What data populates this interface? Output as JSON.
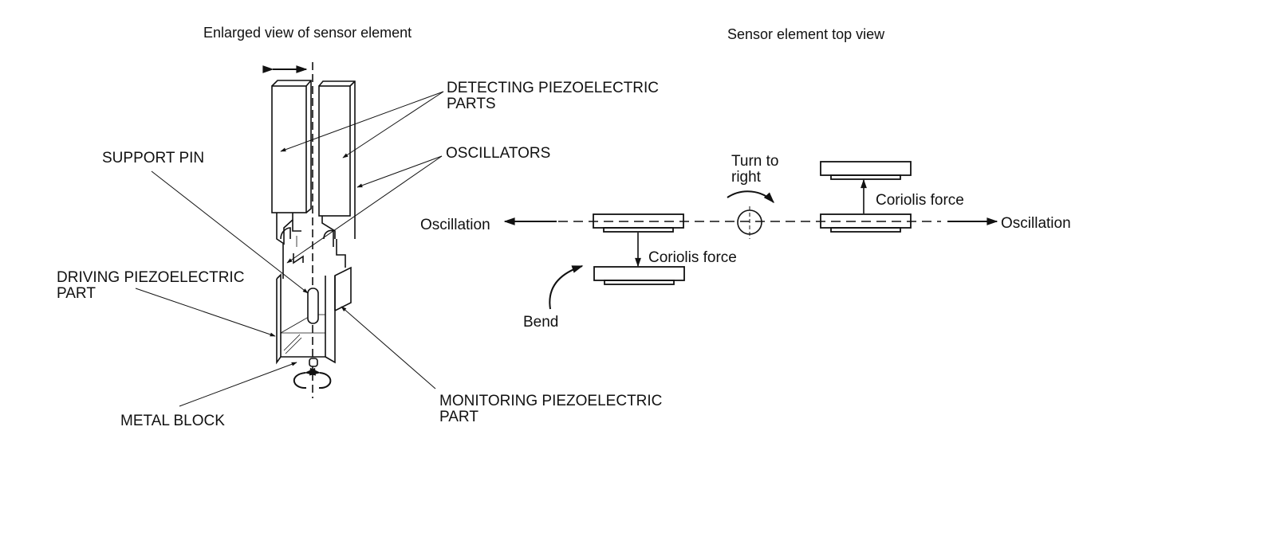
{
  "left_panel": {
    "title": "Enlarged view of sensor element",
    "labels": {
      "detecting_line1": "DETECTING PIEZOELECTRIC",
      "detecting_line2": "PARTS",
      "oscillators": "OSCILLATORS",
      "support_pin": "SUPPORT PIN",
      "driving_line1": "DRIVING PIEZOELECTRIC",
      "driving_line2": "PART",
      "metal_block": "METAL BLOCK",
      "monitoring_line1": "MONITORING PIEZOELECTRIC",
      "monitoring_line2": "PART"
    }
  },
  "right_panel": {
    "title": "Sensor element top view",
    "labels": {
      "oscillation_left": "Oscillation",
      "oscillation_right": "Oscillation",
      "coriolis_left": "Coriolis force",
      "coriolis_right": "Coriolis force",
      "turn_line1": "Turn to",
      "turn_line2": "right",
      "bend": "Bend"
    }
  },
  "colors": {
    "ink": "#111111",
    "background": "#ffffff"
  }
}
